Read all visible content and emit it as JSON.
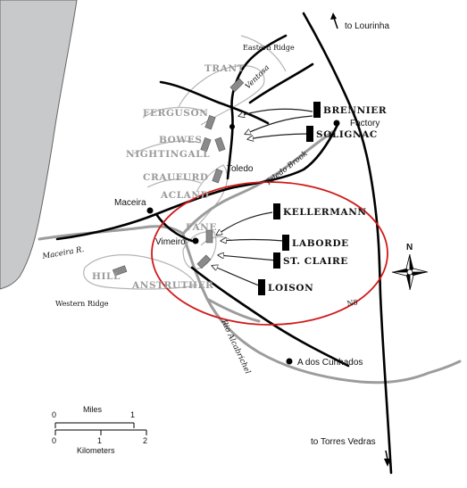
{
  "brit_units": [
    {
      "key": "trant",
      "label": "TRANT"
    },
    {
      "key": "ferguson",
      "label": "FERGUSON"
    },
    {
      "key": "bowes",
      "label": "BOWES"
    },
    {
      "key": "nightingall",
      "label": "NIGHTINGALL"
    },
    {
      "key": "craufurd",
      "label": "CRAUFURD"
    },
    {
      "key": "acland",
      "label": "ACLAND"
    },
    {
      "key": "fane",
      "label": "FANE"
    },
    {
      "key": "hill",
      "label": "HILL"
    },
    {
      "key": "anstruther",
      "label": "ANSTRUTHER"
    }
  ],
  "french_units": [
    {
      "key": "brennier",
      "label": "BRENNIER"
    },
    {
      "key": "solignac",
      "label": "SOLIGNAC"
    },
    {
      "key": "kellermann",
      "label": "KELLERMANN"
    },
    {
      "key": "laborde",
      "label": "LABORDE"
    },
    {
      "key": "stclaire",
      "label": "ST. CLAIRE"
    },
    {
      "key": "loison",
      "label": "LOISON"
    }
  ],
  "places": {
    "maceira": "Maceira",
    "vimeiro": "Vimeiro",
    "toledo": "Toledo",
    "factory": "Factory",
    "ventosa": "Ventosa",
    "a_dos_cunhados": "A dos Cunhados",
    "eastern_ridge": "Eastern Ridge",
    "western_ridge": "Western Ridge",
    "to_lourinha": "to Lourinha",
    "to_torres_vedras": "to Torres Vedras",
    "road_n8": "N8"
  },
  "rivers": {
    "maceira_r": "Maceira R.",
    "toledo_brook": "Toledo Brook",
    "rio_alcabrichel": "Rio Alcabrichel"
  },
  "compass": {
    "north": "N"
  },
  "scale": {
    "miles_label": "Miles",
    "km_label": "Kilometers",
    "miles_ticks": [
      "0",
      "1"
    ],
    "km_ticks": [
      "0",
      "1",
      "2"
    ]
  },
  "colors": {
    "sea": "#c8c9ca",
    "river": "#9c9c9c",
    "road": "#000000",
    "british": "#8a8a8a",
    "french": "#000000",
    "highlight": "#d11a1a"
  }
}
